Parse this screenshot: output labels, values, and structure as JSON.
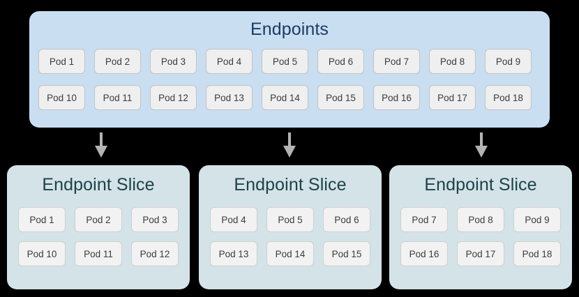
{
  "colors": {
    "background": "#000000",
    "endpoints_panel": "#cadef2",
    "endpoints_title": "#1b3c63",
    "slice_panel": "#d3e3e8",
    "slice_title": "#1d4248",
    "pod_fill": "#efefef",
    "pod_border": "#c2c2c2",
    "pod_text": "#3b3b3b",
    "arrow": "#b3b3b3"
  },
  "endpoints": {
    "title": "Endpoints",
    "rows": [
      [
        "Pod 1",
        "Pod 2",
        "Pod 3",
        "Pod 4",
        "Pod 5",
        "Pod 6",
        "Pod 7",
        "Pod 8",
        "Pod 9"
      ],
      [
        "Pod 10",
        "Pod 11",
        "Pod 12",
        "Pod 13",
        "Pod 14",
        "Pod 15",
        "Pod 16",
        "Pod 17",
        "Pod 18"
      ]
    ]
  },
  "arrows": [
    {
      "name": "arrow-to-slice-1"
    },
    {
      "name": "arrow-to-slice-2"
    },
    {
      "name": "arrow-to-slice-3"
    }
  ],
  "slices": [
    {
      "title": "Endpoint Slice",
      "rows": [
        [
          "Pod 1",
          "Pod 2",
          "Pod 3"
        ],
        [
          "Pod 10",
          "Pod 11",
          "Pod 12"
        ]
      ]
    },
    {
      "title": "Endpoint Slice",
      "rows": [
        [
          "Pod 4",
          "Pod 5",
          "Pod 6"
        ],
        [
          "Pod 13",
          "Pod 14",
          "Pod 15"
        ]
      ]
    },
    {
      "title": "Endpoint Slice",
      "rows": [
        [
          "Pod 7",
          "Pod 8",
          "Pod 9"
        ],
        [
          "Pod 16",
          "Pod 17",
          "Pod 18"
        ]
      ]
    }
  ]
}
